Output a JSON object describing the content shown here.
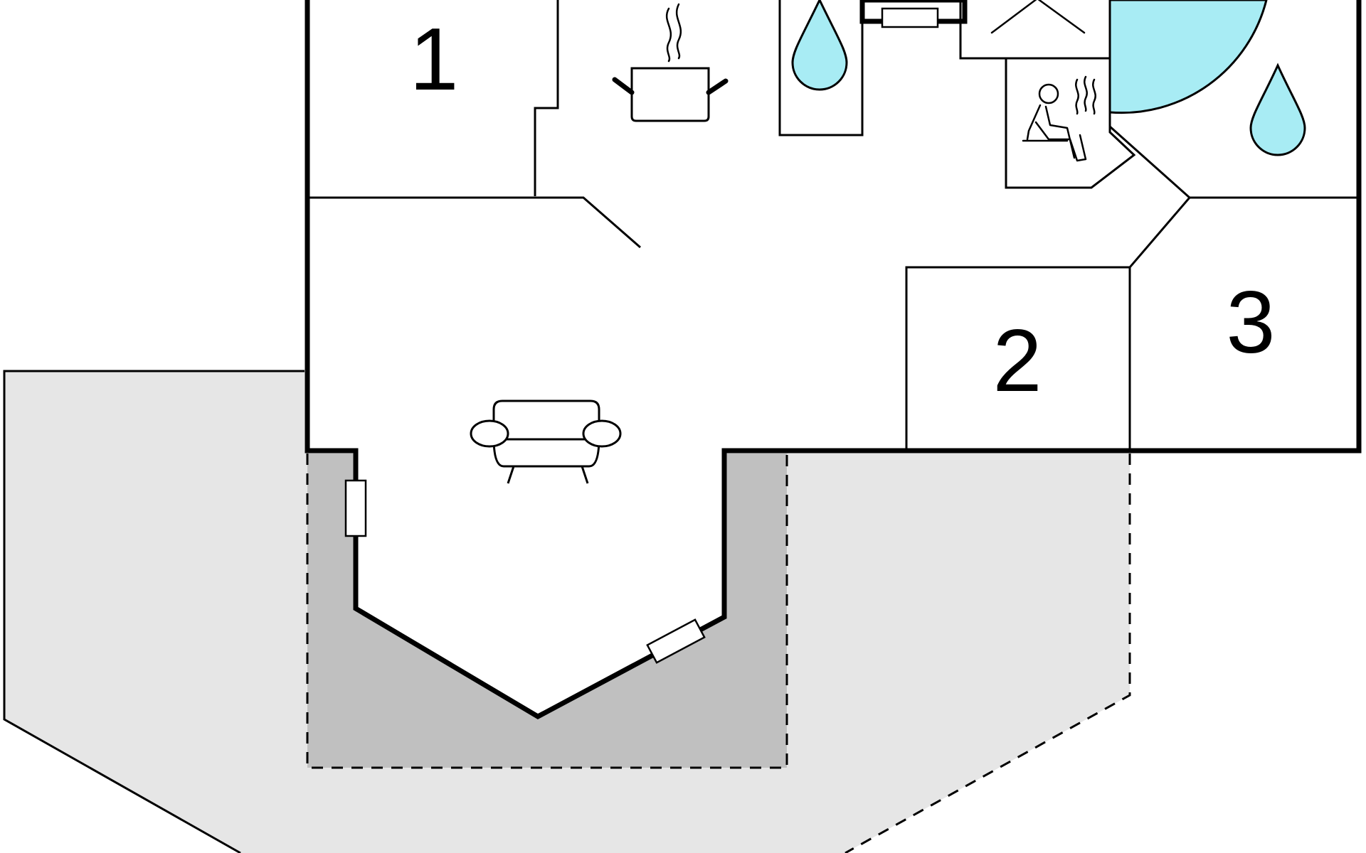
{
  "floorplan": {
    "rooms": [
      {
        "number": "1"
      },
      {
        "number": "2"
      },
      {
        "number": "3"
      }
    ],
    "icons": [
      "cooking-pot-icon",
      "water-drop-icon",
      "sauna-icon",
      "armchair-icon",
      "skylight-icon"
    ],
    "colors": {
      "terrace_outer": "#e6e6e6",
      "terrace_covered": "#c0c0c0",
      "water": "#a8ecf4",
      "wall": "#000000",
      "floor": "#ffffff"
    }
  }
}
